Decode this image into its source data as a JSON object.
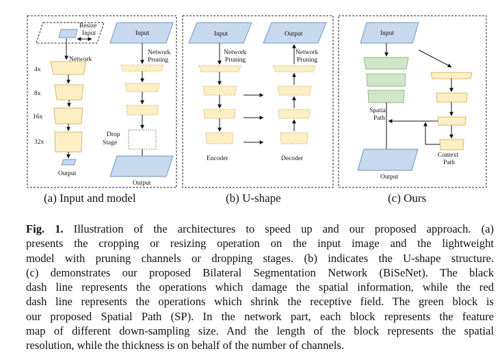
{
  "panels": {
    "a": {
      "caption": "(a) Input and model",
      "resize_label_1": "Resize",
      "resize_label_2": "Input",
      "network_label": "Network",
      "scales": [
        "4x",
        "8x",
        "16x",
        "32x"
      ],
      "output_left": "Output",
      "input_right": "Input",
      "pruning_label_1": "Network",
      "pruning_label_2": "Pruning",
      "drop_label_1": "Drop",
      "drop_label_2": "Stage",
      "output_right": "Output"
    },
    "b": {
      "caption": "(b) U-shape",
      "input": "Input",
      "output": "Output",
      "pruning_left_1": "Network",
      "pruning_left_2": "Pruning",
      "pruning_right_1": "Network",
      "pruning_right_2": "Pruning",
      "encoder": "Encoder",
      "decoder": "Decoder"
    },
    "c": {
      "caption": "(c) Ours",
      "input": "Input",
      "spatial_path_1": "Spatial",
      "spatial_path_2": "Path",
      "context_path_1": "Context",
      "context_path_2": "Path",
      "output": "Output"
    }
  },
  "colors": {
    "blue_fill": "#c6d9ef",
    "blue_stroke": "#6f95c4",
    "yellow_fill": "#fcefc4",
    "yellow_stroke": "#d9b86a",
    "green_fill": "#cfe7c8",
    "green_stroke": "#8db97f"
  },
  "caption": {
    "label": "Fig. 1.",
    "lines": [
      "Illustration of the architectures to speed up and our proposed approach. (a)",
      "presents the cropping or resizing operation on the input image and the lightweight",
      "model with pruning channels or dropping stages. (b) indicates the U-shape structure.",
      "(c) demonstrates our proposed Bilateral Segmentation Network (BiSeNet). The black",
      "dash line represents the operations which damage the spatial information, while the red",
      "dash line represents the operations which shrink the receptive field. The green block is",
      "our proposed Spatial Path (SP). In the network part, each block represents the feature",
      "map of different down-sampling size. And the length of the block represents the spatial",
      "resolution, while the thickness is on behalf of the number of channels."
    ]
  }
}
